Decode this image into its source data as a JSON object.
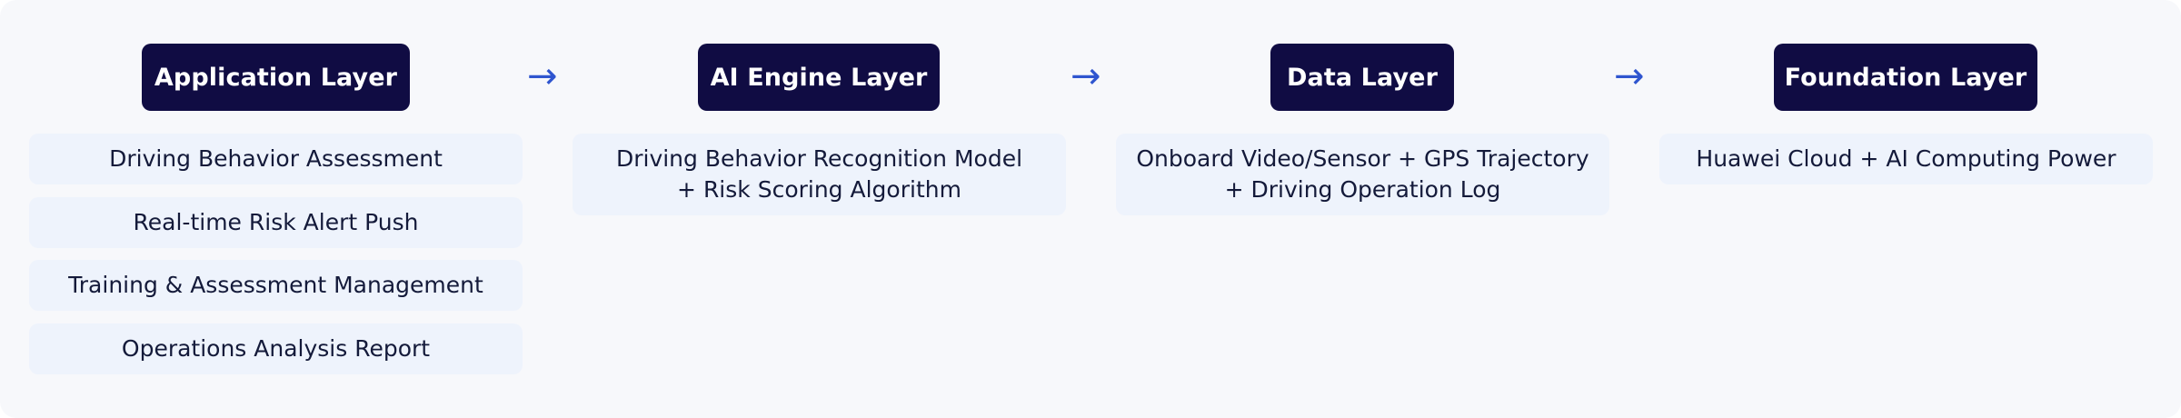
{
  "layers": [
    {
      "title": "Application Layer",
      "items": [
        "Driving Behavior Assessment",
        "Real-time Risk Alert Push",
        "Training & Assessment Management",
        "Operations Analysis Report"
      ]
    },
    {
      "title": "AI Engine Layer",
      "items": [
        "Driving Behavior Recognition Model + Risk Scoring Algorithm"
      ]
    },
    {
      "title": "Data Layer",
      "items": [
        "Onboard Video/Sensor + GPS Trajectory + Driving Operation Log"
      ]
    },
    {
      "title": "Foundation Layer",
      "items": [
        "Huawei Cloud + AI Computing Power"
      ]
    }
  ],
  "arrows": [
    "→",
    "→",
    "→"
  ],
  "colors": {
    "header_bg": "#100c43",
    "item_bg": "#eef3fc",
    "arrow": "#2f55cf",
    "canvas_bg": "#f7f8fb"
  }
}
